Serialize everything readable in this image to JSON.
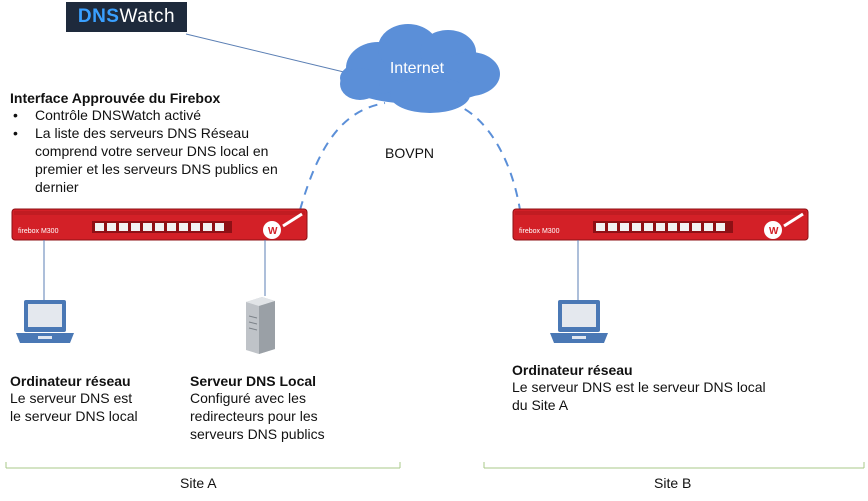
{
  "logo": {
    "part1": "DNS",
    "part2": "Watch"
  },
  "cloud_label": "Internet",
  "vpn_label": "BOVPN",
  "firebox_a": {
    "title": "Interface Approuvée du Firebox",
    "bullets": [
      "Contrôle DNSWatch activé",
      "La liste des serveurs DNS Réseau comprend votre serveur DNS local en premier et les serveurs DNS publics en dernier"
    ]
  },
  "computer_a": {
    "title": "Ordinateur réseau",
    "lines": [
      "Le serveur DNS est",
      "le serveur DNS local"
    ]
  },
  "dns_server": {
    "title": "Serveur DNS Local",
    "lines": [
      "Configuré avec les",
      "redirecteurs pour les",
      "serveurs DNS publics"
    ]
  },
  "computer_b": {
    "title": "Ordinateur réseau",
    "lines": [
      "Le serveur DNS est le serveur DNS local",
      "du Site A"
    ]
  },
  "site_a": "Site A",
  "site_b": "Site B",
  "colors": {
    "firebox_red": "#d32027",
    "cloud_blue": "#5b8fd8",
    "line_blue": "#5b7fb4",
    "bracket_green": "#a9c98a"
  }
}
